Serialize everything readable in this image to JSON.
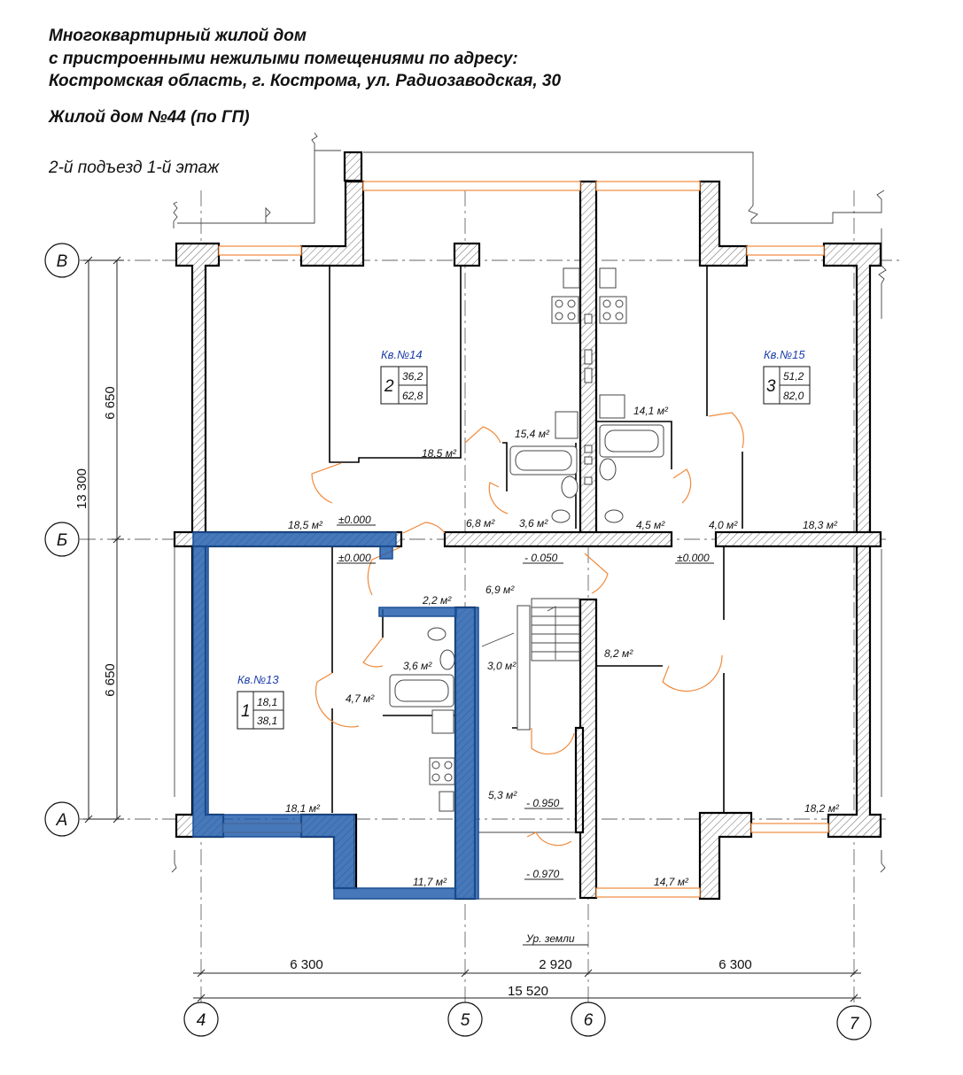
{
  "header": {
    "line1": "Многоквартирный жилой дом",
    "line2": "с пристроенными нежилыми помещениями по адресу:",
    "line3": "Костромская область, г. Кострома, ул. Радиозаводская, 30",
    "building": "Жилой дом №44 (по ГП)",
    "floor": "2-й подъезд 1-й этаж"
  },
  "colors": {
    "highlight": "#1e5aaa",
    "apartment_label": "#1c3ea8",
    "door_window": "#f08a3c",
    "wall": "#000000"
  },
  "apartments": [
    {
      "label": "Кв.№13",
      "rooms": "1",
      "living": "18,1",
      "total": "38,1"
    },
    {
      "label": "Кв.№14",
      "rooms": "2",
      "living": "36,2",
      "total": "62,8"
    },
    {
      "label": "Кв.№15",
      "rooms": "3",
      "living": "51,2",
      "total": "82,0"
    }
  ],
  "areas": {
    "a01": "18,5 м²",
    "a02": "15,4 м²",
    "a03": "14,1 м²",
    "a04": "18,5 м²",
    "a05": "6,8 м²",
    "a06": "3,6 м²",
    "a07": "4,5 м²",
    "a08": "4,0 м²",
    "a09": "18,3 м²",
    "a10": "2,2 м²",
    "a11": "6,9 м²",
    "a12": "3,6 м²",
    "a13": "3,0 м²",
    "a14": "8,2 м²",
    "a15": "4,7 м²",
    "a16": "5,3 м²",
    "a17": "18,1 м²",
    "a18": "18,2 м²",
    "a19": "11,7 м²",
    "a20": "14,7 м²"
  },
  "levels": {
    "l1": "±0.000",
    "l2": "±0.000",
    "l3": "- 0.050",
    "l4": "±0.000",
    "l5": "- 0.950",
    "l6": "- 0.970",
    "ground": "Ур. земли"
  },
  "axes": {
    "rows": [
      "В",
      "Б",
      "А"
    ],
    "cols": [
      "4",
      "5",
      "6",
      "7"
    ]
  },
  "dimensions": {
    "left_upper": "6 650",
    "left_lower": "6 650",
    "left_total": "13 300",
    "bottom_1": "6 300",
    "bottom_2": "2 920",
    "bottom_3": "6 300",
    "bottom_total": "15 520"
  }
}
